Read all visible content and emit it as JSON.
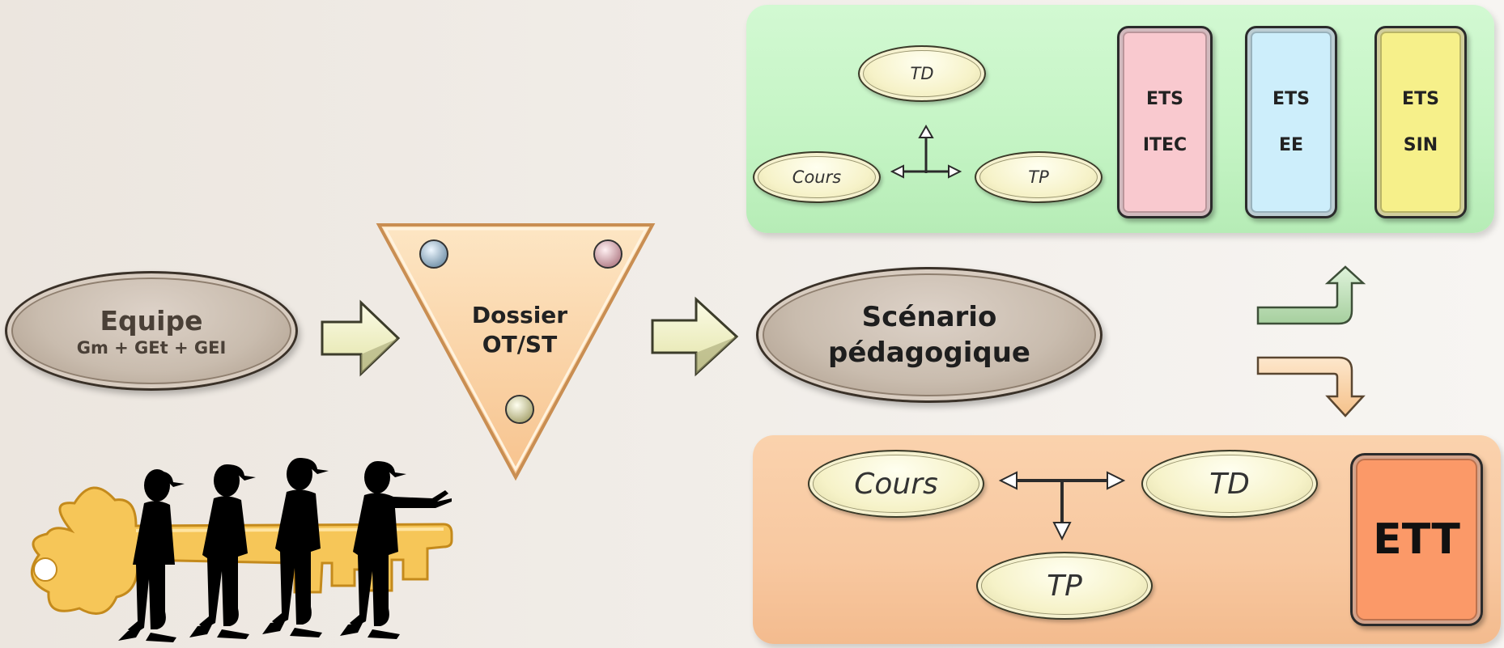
{
  "equipe": {
    "title": "Equipe",
    "subtitle": "Gm + GEt + GEI"
  },
  "dossier": {
    "line1": "Dossier",
    "line2": "OT/ST"
  },
  "scenario": {
    "line1": "Scénario",
    "line2": "pédagogique"
  },
  "top_panel": {
    "td": "TD",
    "cours": "Cours",
    "tp": "TP",
    "boxes": [
      {
        "line1": "ETS",
        "line2": "ITEC",
        "color": "#f9c9cf"
      },
      {
        "line1": "ETS",
        "line2": "EE",
        "color": "#cdeefb"
      },
      {
        "line1": "ETS",
        "line2": "SIN",
        "color": "#f6f08a"
      }
    ],
    "color": "#c5f5c6"
  },
  "bottom_panel": {
    "cours": "Cours",
    "td": "TD",
    "tp": "TP",
    "ett": "ETT",
    "color": "#f8c9a0",
    "ett_color": "#fb9968"
  }
}
